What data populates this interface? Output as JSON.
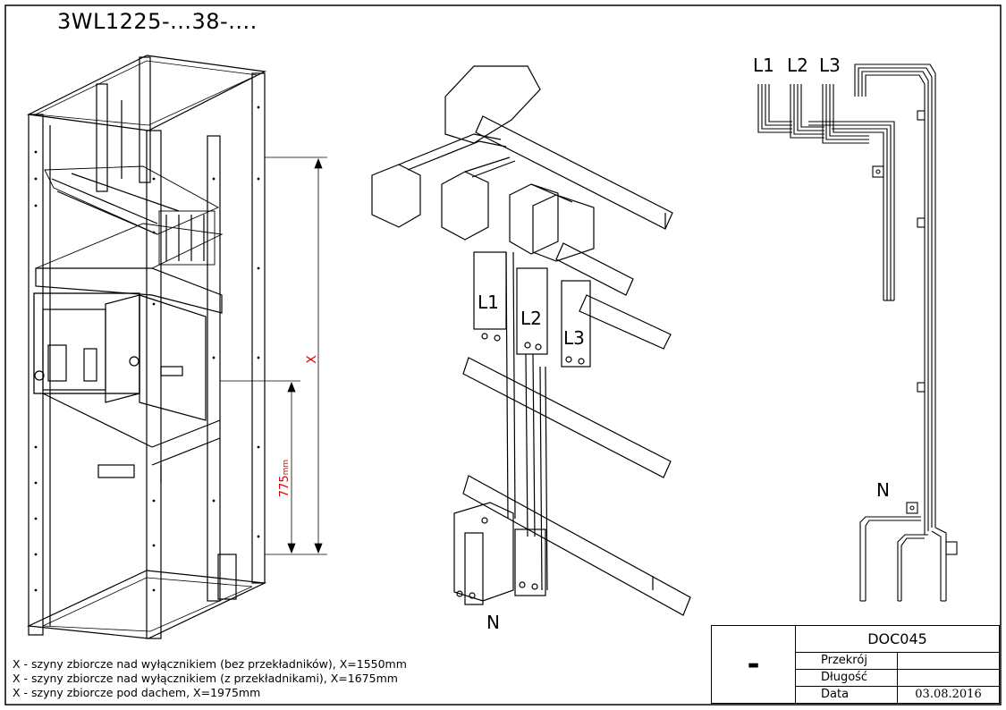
{
  "title": "3WL1225-...38-....",
  "dimensions": {
    "x_label": "X",
    "height_label": "775",
    "height_unit": "mm",
    "accent_color": "#e00000"
  },
  "middle_view": {
    "phase_labels": [
      "L1",
      "L2",
      "L3"
    ],
    "neutral_label": "N"
  },
  "right_view": {
    "phase_labels": [
      "L1",
      "L2",
      "L3"
    ],
    "neutral_label": "N"
  },
  "notes": [
    "X - szyny zbiorcze nad wyłącznikiem (bez przekładników), X=1550mm",
    "X - szyny zbiorcze nad wyłącznikiem (z przekładnikami), X=1675mm",
    "X - szyny zbiorcze pod dachem, X=1975mm"
  ],
  "title_block": {
    "symbol": "-",
    "document": "DOC045",
    "rows": [
      {
        "label": "Przekrój",
        "value": ""
      },
      {
        "label": "Długość",
        "value": ""
      },
      {
        "label": "Data",
        "value": "03.08.2016"
      }
    ]
  }
}
